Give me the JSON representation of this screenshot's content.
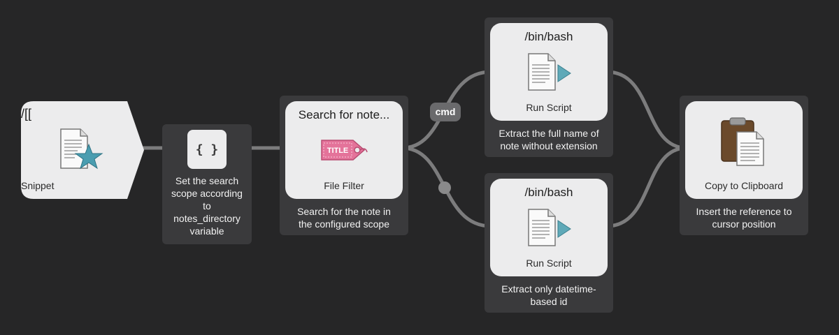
{
  "nodes": {
    "snippet": {
      "keyword": "/[[",
      "label": "Snippet"
    },
    "args": {
      "glyph": "{ }",
      "note": "Set the search\nscope according\nto\nnotes_directory\nvariable"
    },
    "filter": {
      "title": "Search for note...",
      "tag": "TITLE",
      "label": "File Filter",
      "note": "Search for the note in\nthe configured scope"
    },
    "script_top": {
      "title": "/bin/bash",
      "label": "Run Script",
      "note": "Extract the full name of\nnote without extension"
    },
    "script_bottom": {
      "title": "/bin/bash",
      "label": "Run Script",
      "note": "Extract only datetime-\nbased id"
    },
    "clipboard": {
      "label": "Copy to Clipboard",
      "note": "Insert the reference to\ncursor position"
    }
  },
  "modifier": "cmd",
  "colors": {
    "background": "#262627",
    "panel": "#3a3a3c",
    "card": "#ececed",
    "wire": "#7c7c7d",
    "star": "#4a9db0",
    "tag": "#e4739a",
    "clipboard": "#6b4a2b"
  },
  "icons": [
    "star-document-icon",
    "braces-icon",
    "title-tag-icon",
    "script-document-icon",
    "clipboard-icon"
  ]
}
